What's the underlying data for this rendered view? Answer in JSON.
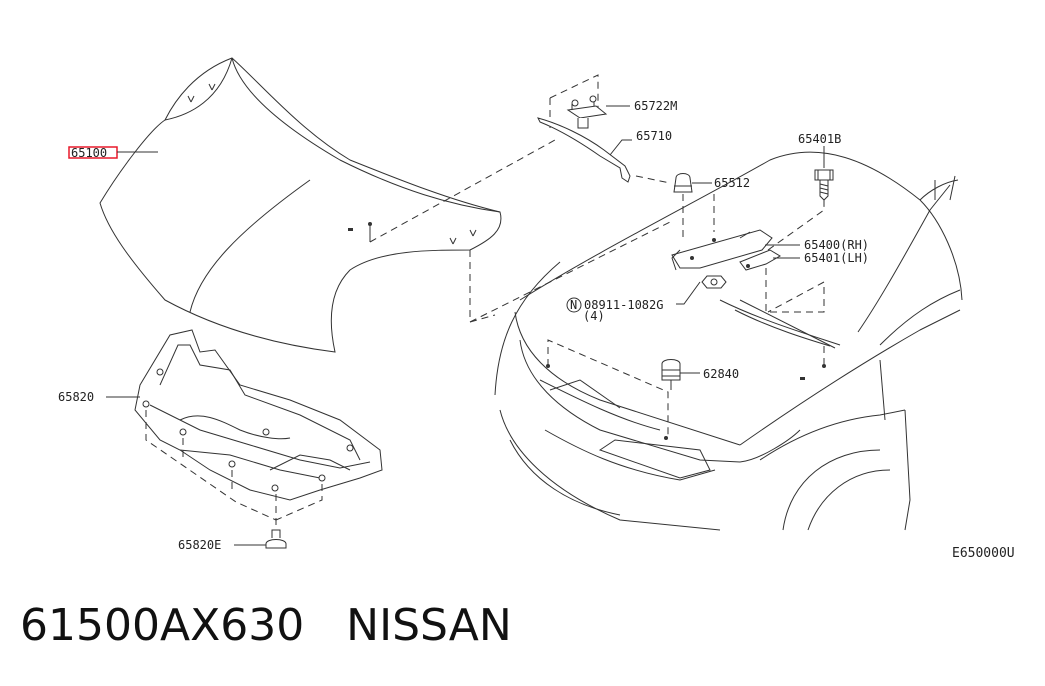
{
  "labels": {
    "hood": "65100",
    "hinge": "65722M",
    "stay": "65710",
    "bumper": "65512",
    "bolt": "65401B",
    "lock_rh": "65400(RH)",
    "lock_lh": "65401(LH)",
    "nut": "08911-1082G",
    "nut_qty": "(4)",
    "nut_symbol": "N",
    "seal": "62840",
    "undercover": "65820",
    "clip": "65820E"
  },
  "diagram_code": "E650000U",
  "caption": {
    "part_number": "61500AX630",
    "brand": "NISSAN"
  },
  "colors": {
    "highlight": "#e8182a",
    "line": "#333333"
  }
}
